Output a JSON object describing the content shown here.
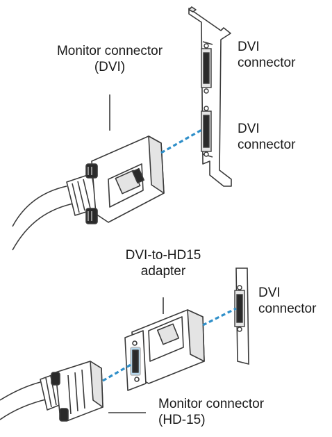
{
  "labels": {
    "monitor_dvi_line1": "Monitor connector",
    "monitor_dvi_line2": "(DVI)",
    "card_dvi_top_line1": "DVI",
    "card_dvi_top_line2": "connector",
    "card_dvi_bottom_line1": "DVI",
    "card_dvi_bottom_line2": "connector",
    "adapter_line1": "DVI-to-HD15",
    "adapter_line2": "adapter",
    "card_dvi_lower_line1": "DVI",
    "card_dvi_lower_line2": "connector",
    "monitor_hd15_line1": "Monitor connector",
    "monitor_hd15_line2": "(HD-15)"
  },
  "colors": {
    "outline": "#3a3a3a",
    "dashed_link": "#2f8fc9",
    "body_fill": "#ffffff",
    "shade_fill": "#e4e4e4",
    "dark_fill": "#2a2a2a"
  }
}
